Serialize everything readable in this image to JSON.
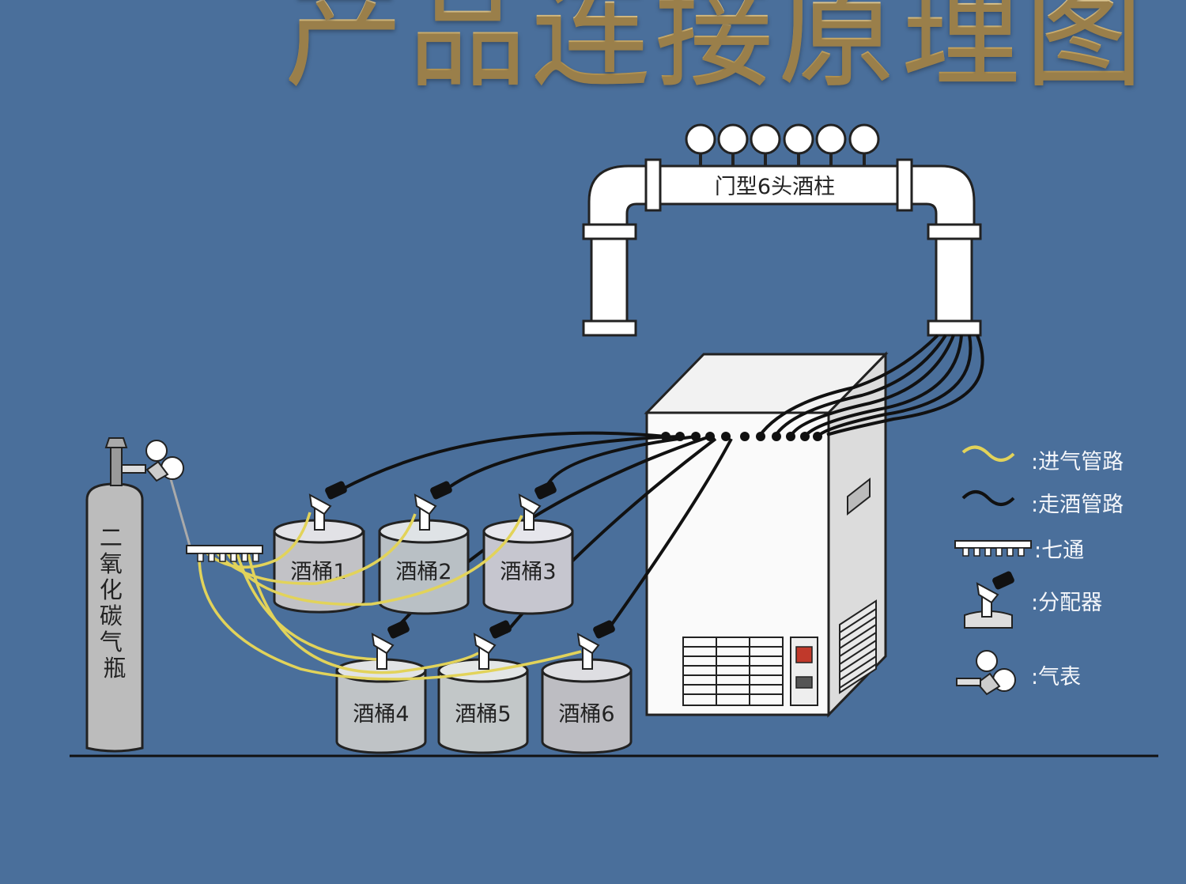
{
  "title": "产品连接原理图",
  "column": {
    "label": "门型6头酒柱"
  },
  "cylinder": {
    "label": "二氧化碳气瓶"
  },
  "kegs": [
    {
      "label": "酒桶1"
    },
    {
      "label": "酒桶2"
    },
    {
      "label": "酒桶3"
    },
    {
      "label": "酒桶4"
    },
    {
      "label": "酒桶5"
    },
    {
      "label": "酒桶6"
    }
  ],
  "legend": {
    "gas_line": ":进气管路",
    "beer_line": ":走酒管路",
    "manifold": ":七通",
    "coupler": ":分配器",
    "gauge": ":气表"
  },
  "colors": {
    "background": "#4a6f9b",
    "gas_line": "#e2d35a",
    "beer_line": "#111111",
    "title_gold": "#d8c08a"
  },
  "icons": {
    "gauge": "pressure-gauge-icon",
    "coupler": "keg-coupler-icon",
    "manifold": "seven-way-manifold-icon"
  }
}
